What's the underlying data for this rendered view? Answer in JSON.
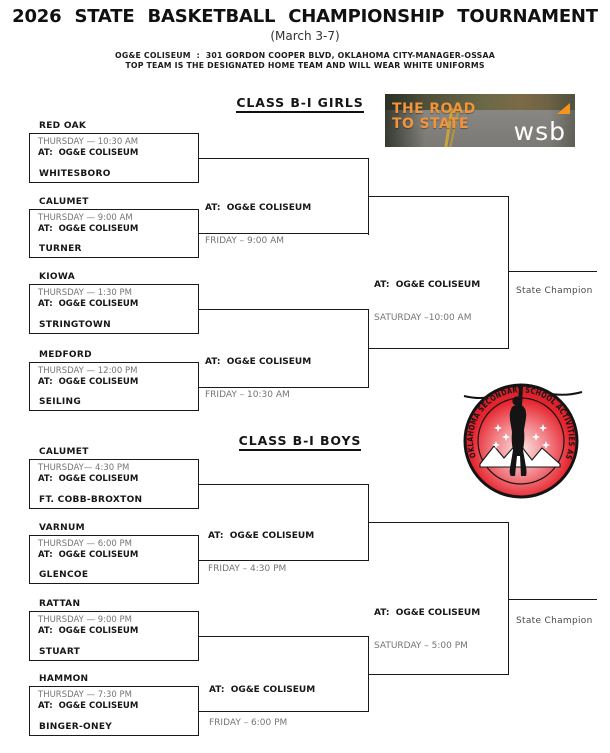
{
  "header": {
    "title": "2026 STATE BASKETBALL CHAMPIONSHIP TOURNAMENT",
    "subtitle": "(March 3-7)",
    "info_line1": "OG&E COLISEUM  :  301 GORDON COOPER BLVD, OKLAHOMA CITY-MANAGER-OSSAA",
    "info_line2": "TOP TEAM IS THE DESIGNATED HOME TEAM AND WILL WEAR WHITE UNIFORMS"
  },
  "road_banner": {
    "line1": "THE ROAD",
    "line2": "TO STATE",
    "brand": "wsb",
    "text_color": "#F0953E",
    "arrow_color": "#F7941D"
  },
  "ossaa_logo": {
    "ring_text": "OKLAHOMA SECONDARY SCHOOL ACTIVITIES ASSOCIATION",
    "red": "#E31F2B"
  },
  "girls": {
    "heading": "CLASS B-I GIRLS",
    "games": [
      {
        "top_team": "RED OAK",
        "schedule": "THURSDAY — 10:30 AM",
        "venue": "AT:  OG&E COLISEUM",
        "bottom_team": "WHITESBORO"
      },
      {
        "top_team": "CALUMET",
        "schedule": "THURSDAY — 9:00 AM",
        "venue": "AT:  OG&E COLISEUM",
        "bottom_team": "TURNER"
      },
      {
        "top_team": "KIOWA",
        "schedule": "THURSDAY — 1:30 PM",
        "venue": "AT:  OG&E COLISEUM",
        "bottom_team": "STRINGTOWN"
      },
      {
        "top_team": "MEDFORD",
        "schedule": "THURSDAY — 12:00 PM",
        "venue": "AT:  OG&E COLISEUM",
        "bottom_team": "SEILING"
      }
    ],
    "semifinals": [
      {
        "venue": "AT:  OG&E COLISEUM",
        "schedule": "FRIDAY – 9:00 AM"
      },
      {
        "venue": "AT:  OG&E COLISEUM",
        "schedule": "FRIDAY – 10:30 AM"
      }
    ],
    "final": {
      "venue": "AT:  OG&E COLISEUM",
      "schedule": "SATURDAY –10:00 AM"
    },
    "champion_label": "State Champion"
  },
  "boys": {
    "heading": "CLASS B-I BOYS",
    "games": [
      {
        "top_team": "CALUMET",
        "schedule": "THURSDAY— 4:30 PM",
        "venue": "AT:  OG&E COLISEUM",
        "bottom_team": "FT. COBB-BROXTON"
      },
      {
        "top_team": "VARNUM",
        "schedule": "THURSDAY — 6:00 PM",
        "venue": "AT:  OG&E COLISEUM",
        "bottom_team": "GLENCOE"
      },
      {
        "top_team": "RATTAN",
        "schedule": "THURSDAY — 9:00 PM",
        "venue": "AT:  OG&E COLISEUM",
        "bottom_team": "STUART"
      },
      {
        "top_team": "HAMMON",
        "schedule": "THURSDAY — 7:30 PM",
        "venue": "AT:  OG&E COLISEUM",
        "bottom_team": "BINGER-ONEY"
      }
    ],
    "semifinals": [
      {
        "venue": "AT:  OG&E COLISEUM",
        "schedule": "FRIDAY – 4:30 PM"
      },
      {
        "venue": "AT:  OG&E COLISEUM",
        "schedule": "FRIDAY – 6:00 PM"
      }
    ],
    "final": {
      "venue": "AT:  OG&E COLISEUM",
      "schedule": "SATURDAY – 5:00 PM"
    },
    "champion_label": "State Champion"
  }
}
